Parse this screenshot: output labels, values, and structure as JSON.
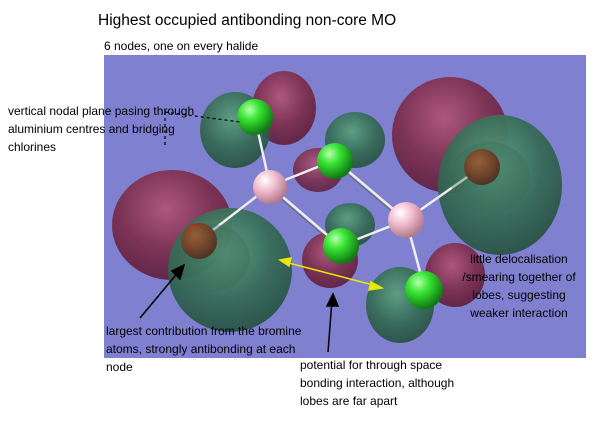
{
  "header": {
    "title": "Highest occupied antibonding non-core MO",
    "subtitle": "6 nodes, one on every halide"
  },
  "annotations": {
    "nodal_plane": "vertical nodal plane pasing through aluminium centres and bridging chlorines",
    "delocalisation": "little delocalisation /smearing together of lobes, suggesting weaker interaction",
    "bromine": "largest contribution from the bromine atoms, strongly antibonding at each node",
    "through_space": "potential for through space bonding interaction, although lobes are far apart"
  },
  "colors": {
    "background_panel": "#7f7fd0",
    "lobe_positive": "#3a6b55",
    "lobe_negative": "#7a2f4e",
    "chlorine": "#33dd33",
    "bromine": "#8a3a1a",
    "aluminium": "#f0b8c8",
    "arrow_yellow": "#e8e800"
  }
}
